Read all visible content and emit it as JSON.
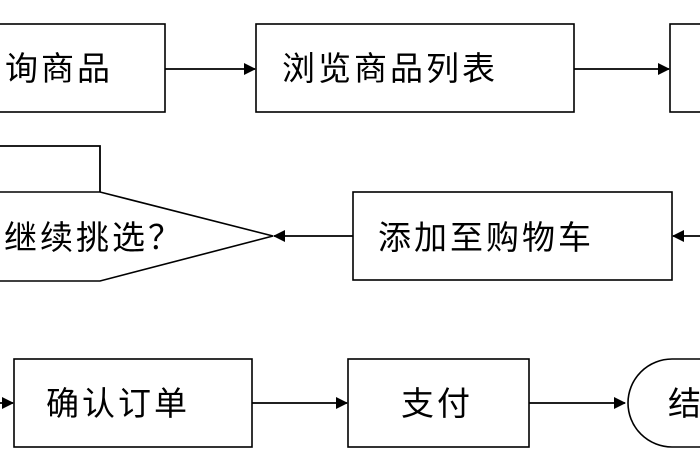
{
  "flowchart": {
    "nodes": {
      "query": "询商品",
      "browse": "浏览商品列表",
      "add_cart": "添加至购物车",
      "decision": "继续挑选？",
      "confirm": "确认订单",
      "pay": "支付",
      "end": "结"
    },
    "colors": {
      "stroke": "#000000",
      "fill": "#ffffff",
      "text": "#000000"
    }
  }
}
